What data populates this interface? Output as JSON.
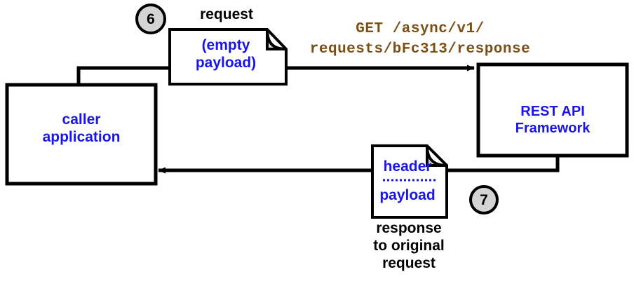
{
  "diagram": {
    "title": "async REST API response retrieval flow",
    "colors": {
      "node_text": "#1a16e8",
      "caption_text": "#000000",
      "url_text": "#7c4f14",
      "stroke": "#000000",
      "badge_fill": "#d4d4d4",
      "fold_fill": "#d9d9d9"
    },
    "nodes": {
      "caller_application": {
        "label": "caller\napplication",
        "shape": "rectangle"
      },
      "rest_api_framework": {
        "label": "REST API\nFramework",
        "shape": "rectangle"
      },
      "request_document": {
        "label": "(empty\npayload)",
        "shape": "document",
        "caption_above": "request"
      },
      "response_document": {
        "header_label": "header",
        "payload_label": "payload",
        "shape": "document",
        "caption_below": "response\nto original\nrequest"
      }
    },
    "edges": {
      "request_url": {
        "line1": "GET /async/v1/",
        "line2": "requests/bFc313/response",
        "full": "GET /async/v1/requests/bFc313/response"
      }
    },
    "step_badges": [
      {
        "number": "6",
        "shape": "circle"
      },
      {
        "number": "7",
        "shape": "circle"
      }
    ]
  }
}
